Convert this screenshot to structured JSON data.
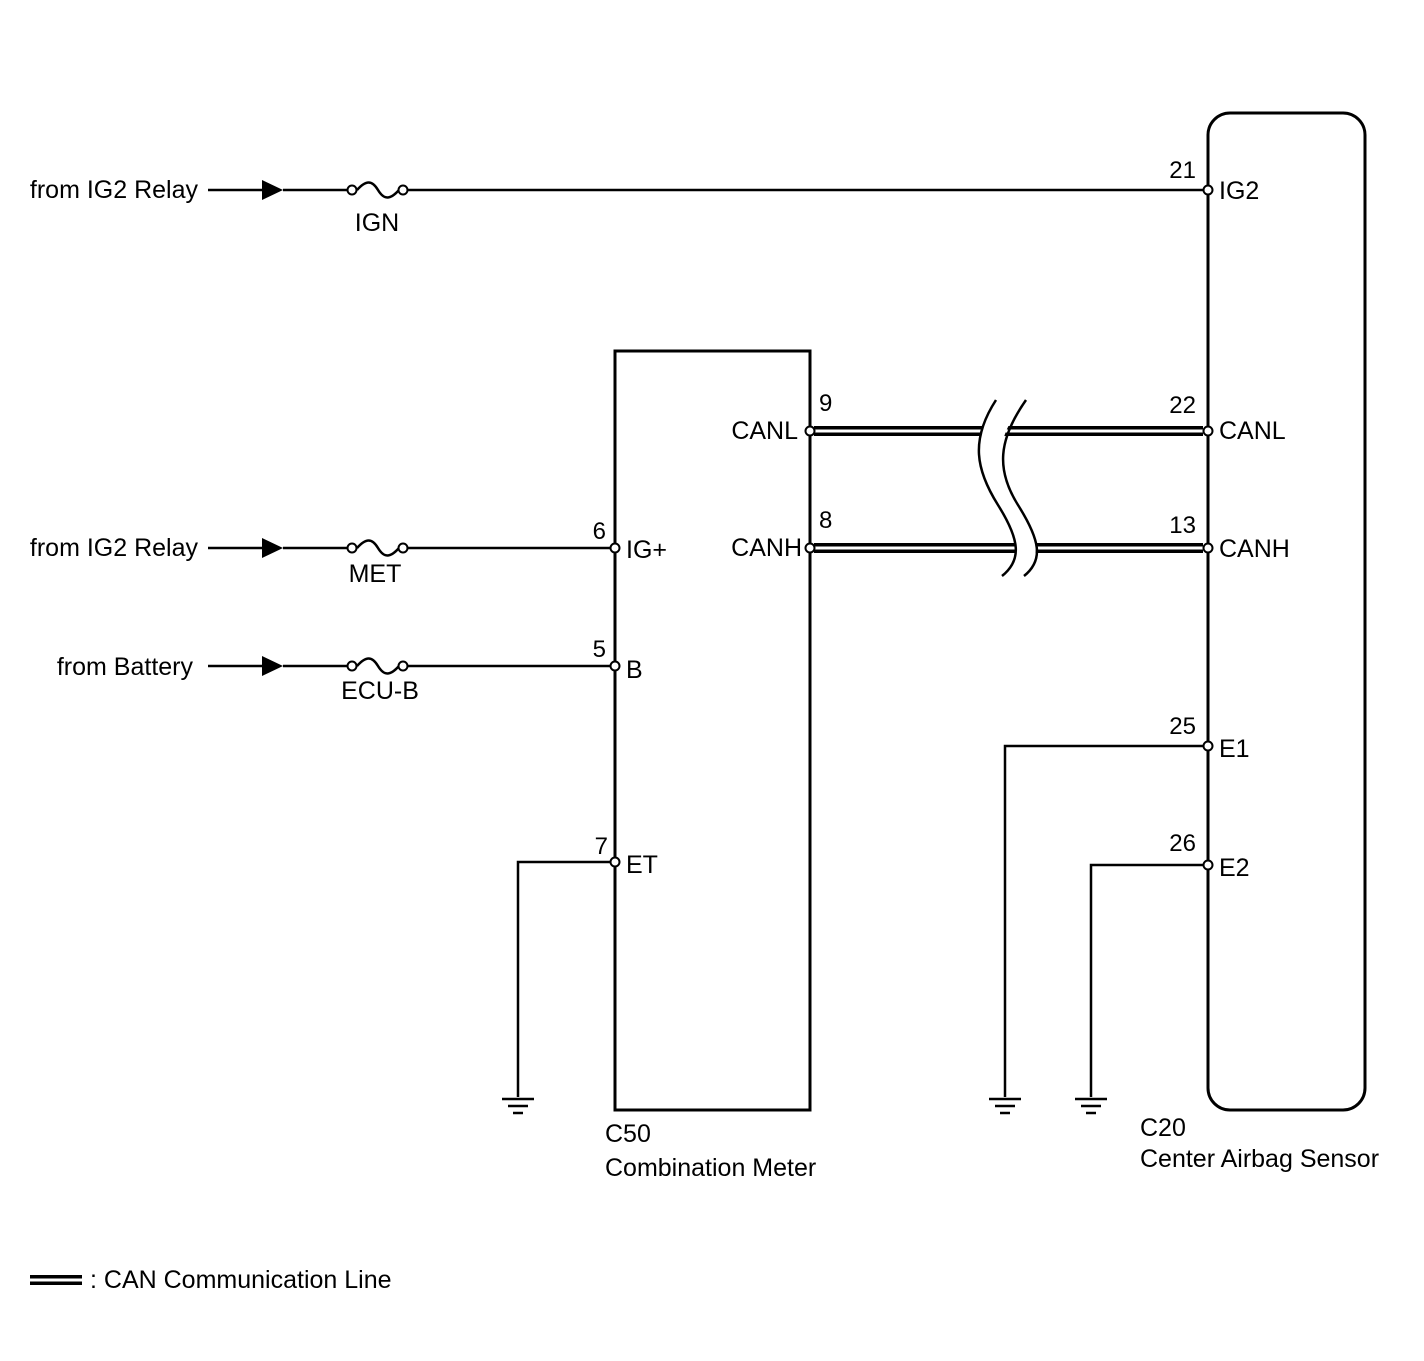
{
  "inputs": {
    "ign_source": "from IG2 Relay",
    "met_source": "from IG2 Relay",
    "ecub_source": "from Battery"
  },
  "fuses": {
    "ign": "IGN",
    "met": "MET",
    "ecub": "ECU-B"
  },
  "combination_meter": {
    "code": "C50",
    "name": "Combination Meter",
    "pins": {
      "canl": {
        "number": "9",
        "name": "CANL"
      },
      "canh": {
        "number": "8",
        "name": "CANH"
      },
      "ig": {
        "number": "6",
        "name": "IG+"
      },
      "b": {
        "number": "5",
        "name": "B"
      },
      "et": {
        "number": "7",
        "name": "ET"
      }
    }
  },
  "airbag_sensor": {
    "code": "C20",
    "name": "Center Airbag Sensor",
    "pins": {
      "ig2": {
        "number": "21",
        "name": "IG2"
      },
      "canl": {
        "number": "22",
        "name": "CANL"
      },
      "canh": {
        "number": "13",
        "name": "CANH"
      },
      "e1": {
        "number": "25",
        "name": "E1"
      },
      "e2": {
        "number": "26",
        "name": "E2"
      }
    }
  },
  "legend": {
    "can_line": ": CAN Communication Line"
  }
}
